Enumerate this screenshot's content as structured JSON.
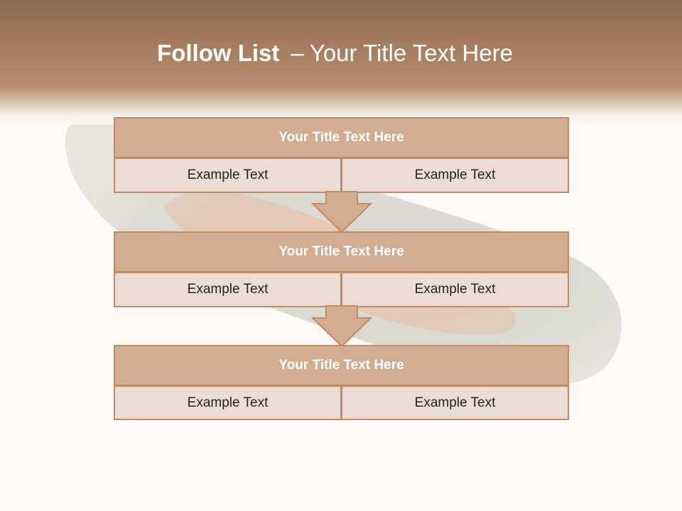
{
  "slide": {
    "title_bold": "Follow List",
    "title_sep": "–",
    "title_rest": "Your Title Text Here"
  },
  "steps": [
    {
      "title": "Your Title Text Here",
      "left": "Example Text",
      "right": "Example Text"
    },
    {
      "title": "Your Title Text Here",
      "left": "Example Text",
      "right": "Example Text"
    },
    {
      "title": "Your Title Text Here",
      "left": "Example Text",
      "right": "Example Text"
    }
  ],
  "colors": {
    "header_brown": "#a37b5e",
    "box_title_fill": "#d1ac90",
    "box_cell_fill": "#ecdcd3",
    "box_border": "#c08a63",
    "background": "#fcf9f7"
  }
}
